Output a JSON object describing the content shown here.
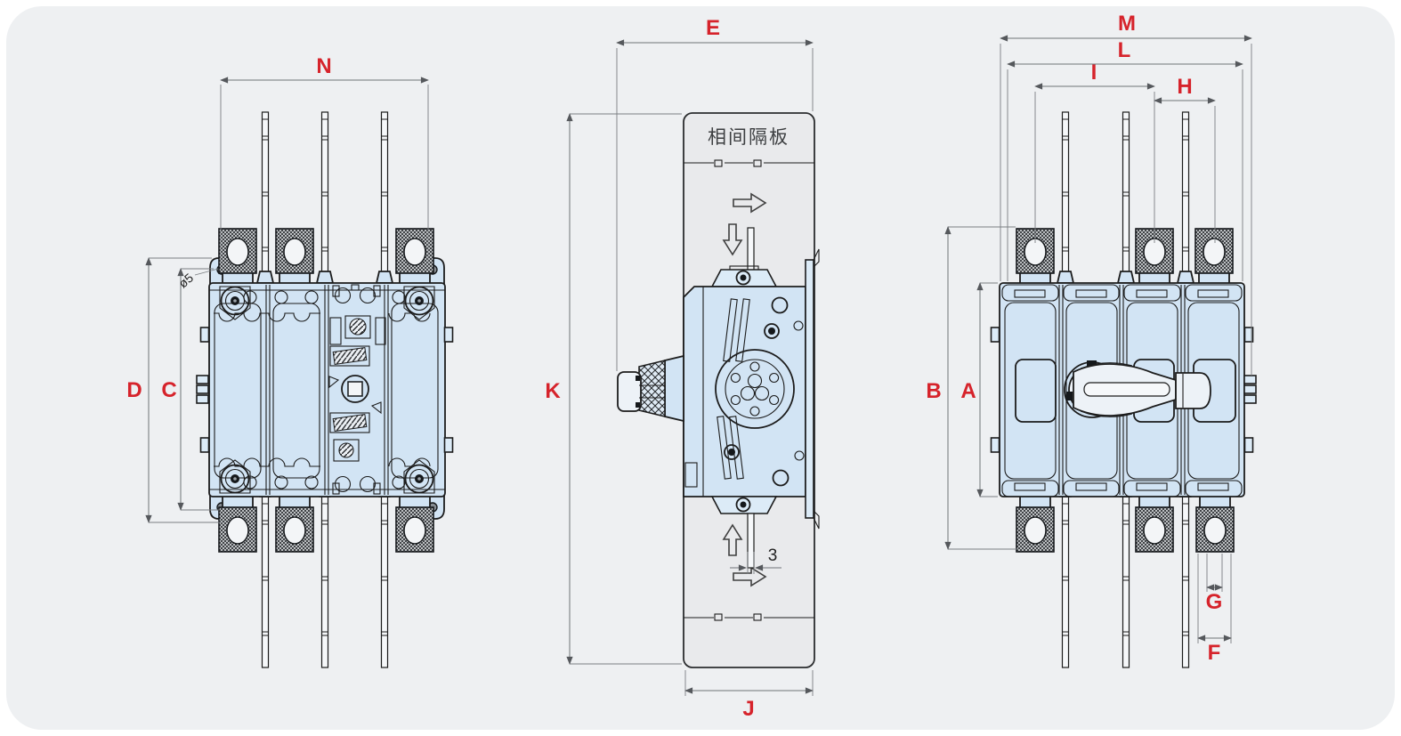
{
  "drawing": {
    "colors": {
      "canvas": "#ffffff",
      "card_background": "#eef0f2",
      "body_fill": "#d2e4f4",
      "panel_fill": "#e9eaec",
      "outline": "#1c1c1c",
      "dimension_label_red": "#d6232b"
    },
    "views": {
      "back": {
        "dims": {
          "n": "N",
          "d": "D",
          "c": "C"
        },
        "hole_callout": "ø5"
      },
      "side": {
        "dims": {
          "e": "E",
          "k": "K",
          "j": "J"
        },
        "blade_thickness": "3",
        "partition_label": "相间隔板"
      },
      "front": {
        "dims": {
          "m": "M",
          "l": "L",
          "i": "I",
          "h": "H",
          "b": "B",
          "a": "A",
          "g": "G",
          "f": "F"
        }
      }
    }
  }
}
